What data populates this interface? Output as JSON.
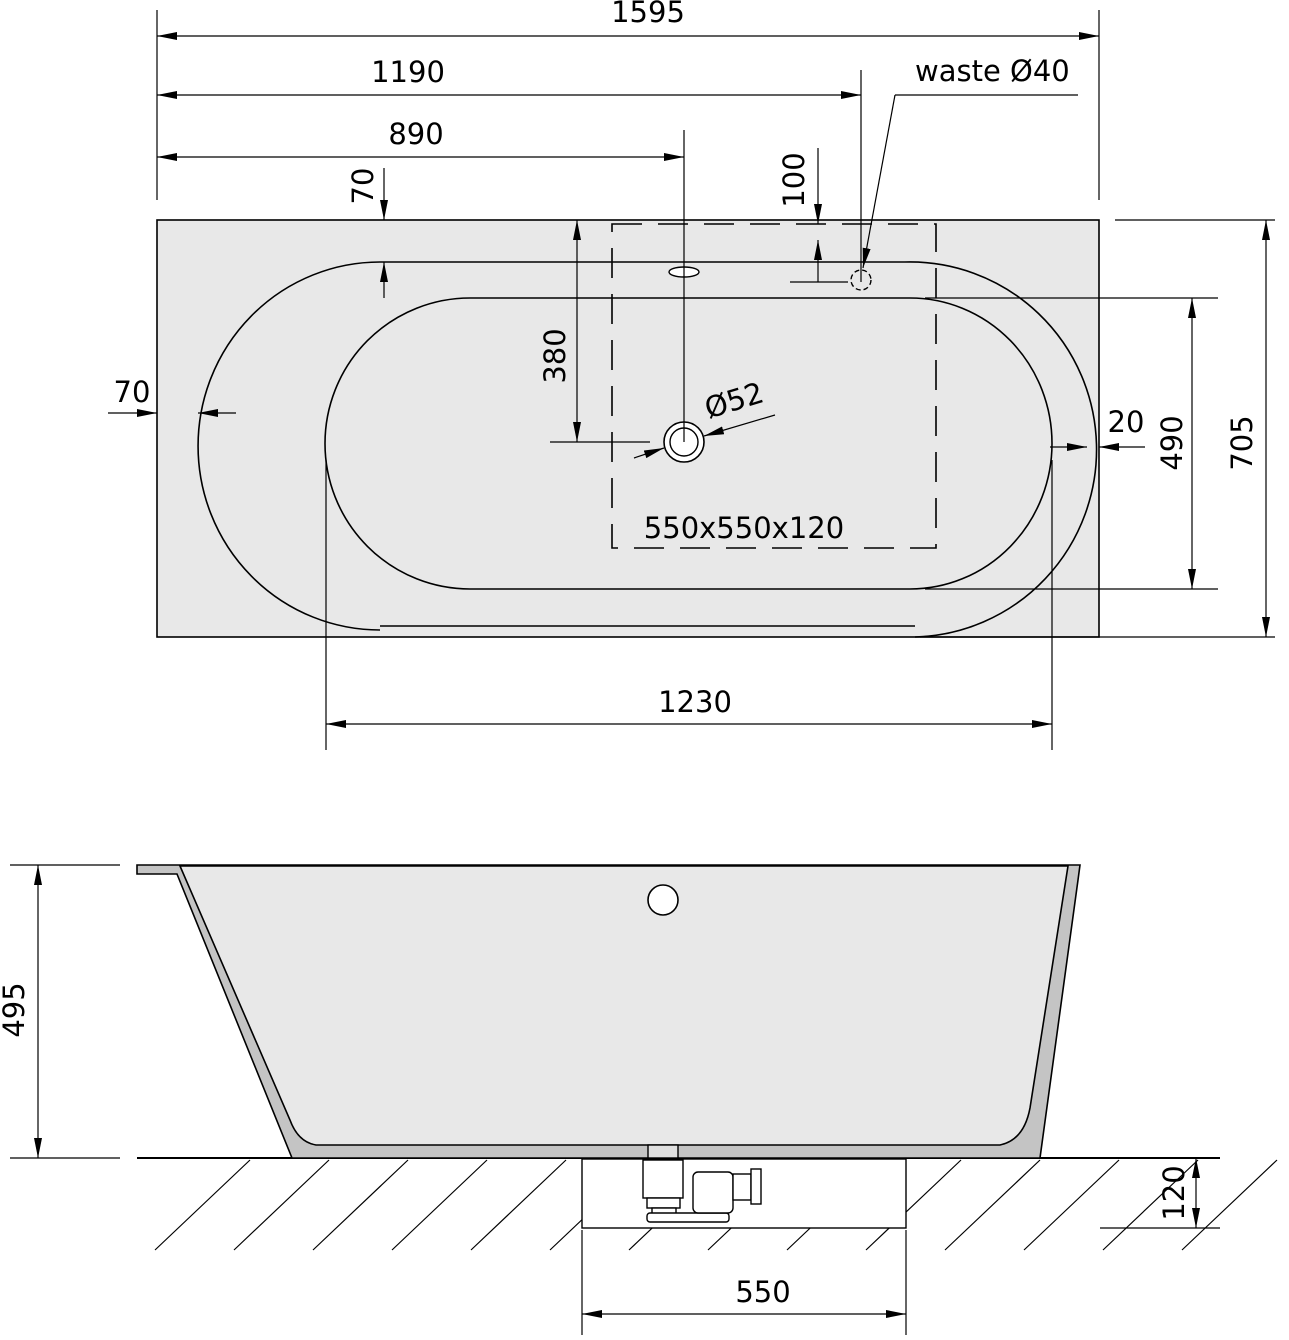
{
  "plan_view": {
    "dimensions": {
      "overall_length": "1595",
      "waste_position": "1190",
      "drain_position": "890",
      "rim_width_top": "70",
      "waste_offset": "100",
      "waste_label": "waste Ø40",
      "rim_width_left": "70",
      "drain_depth_from_edge": "380",
      "drain_diameter": "Ø52",
      "rim_width_right": "20",
      "inner_width": "490",
      "overall_width": "705",
      "inner_length": "1230",
      "service_opening": "550x550x120"
    }
  },
  "side_view": {
    "dimensions": {
      "height": "495",
      "recess_depth": "120",
      "recess_width": "550"
    }
  },
  "colors": {
    "surface": "#e8e8e8",
    "shell": "#c4c4c4",
    "line": "#000000"
  }
}
